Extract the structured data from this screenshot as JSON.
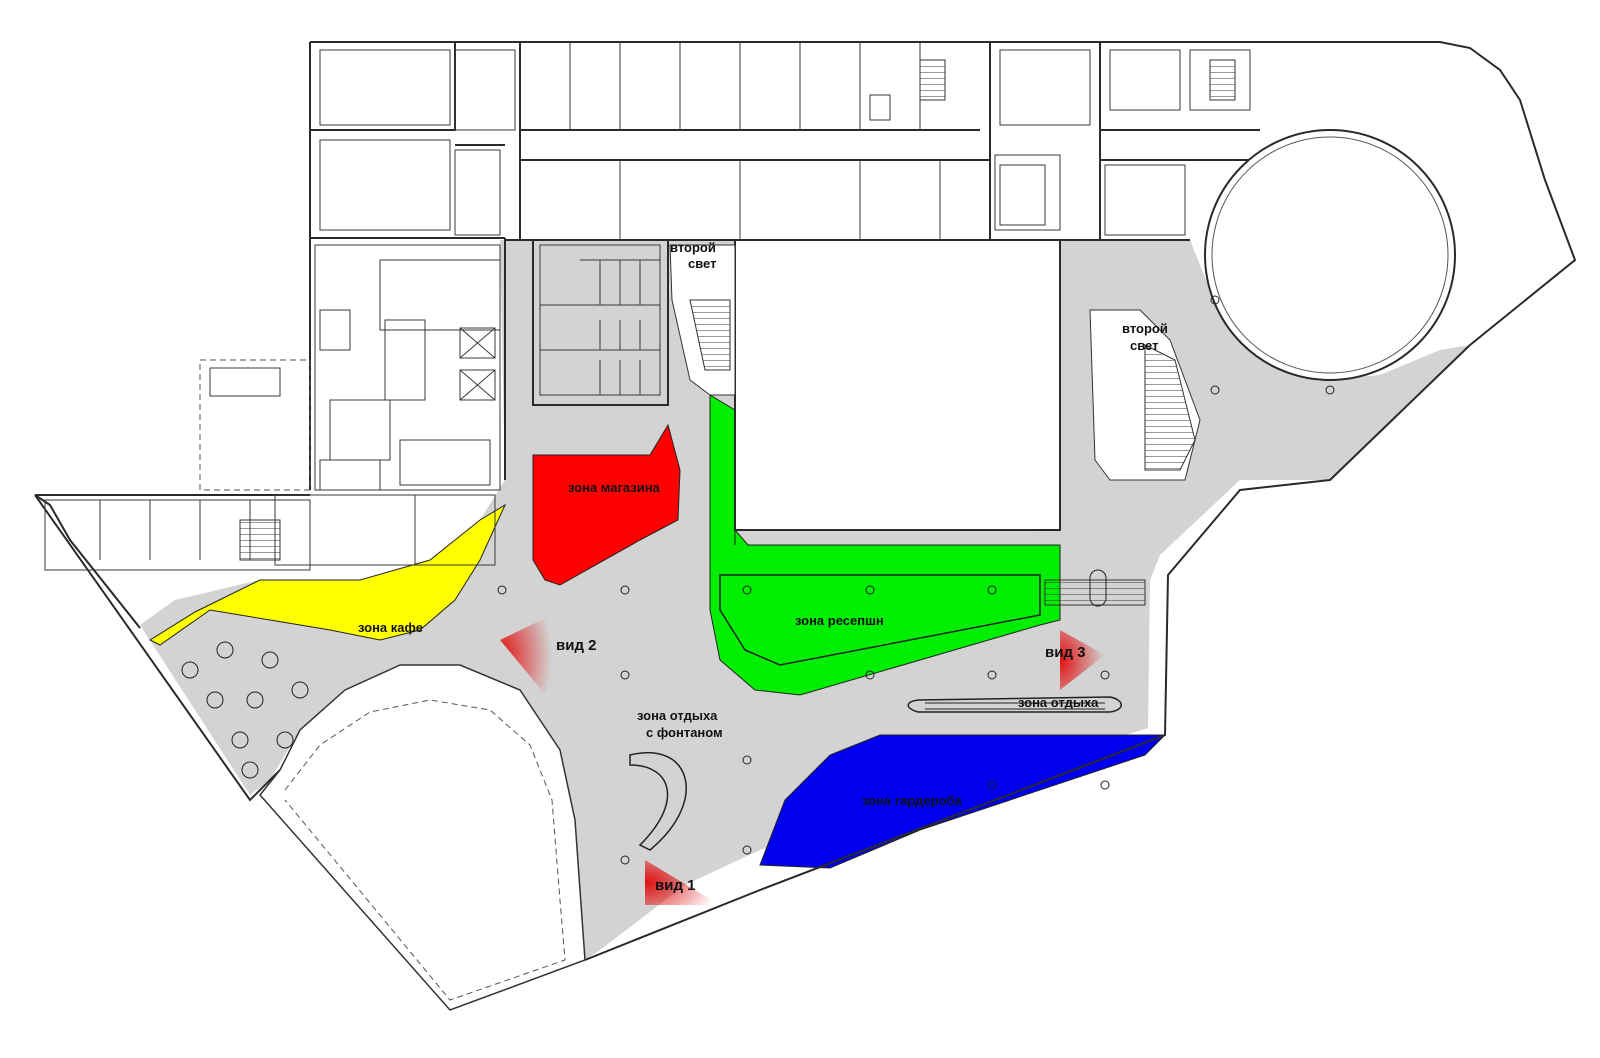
{
  "colors": {
    "floor": "#d3d3d3",
    "zone_shop": "#ff0000",
    "zone_reception": "#00ee00",
    "zone_cafe": "#ffff00",
    "zone_wardrobe": "#0000ee",
    "view_marker": "#e01010"
  },
  "labels": {
    "second_light_1_line1": "второй",
    "second_light_1_line2": "свет",
    "second_light_2_line1": "второй",
    "second_light_2_line2": "свет",
    "zone_shop": "зона магазина",
    "zone_reception": "зона ресепшн",
    "zone_cafe": "зона кафе",
    "zone_rest_fountain_line1": "зона отдыха",
    "zone_rest_fountain_line2": "с фонтаном",
    "zone_rest": "зона отдыха",
    "zone_wardrobe": "зона гардероба",
    "view_1": "вид 1",
    "view_2": "вид 2",
    "view_3": "вид 3"
  }
}
